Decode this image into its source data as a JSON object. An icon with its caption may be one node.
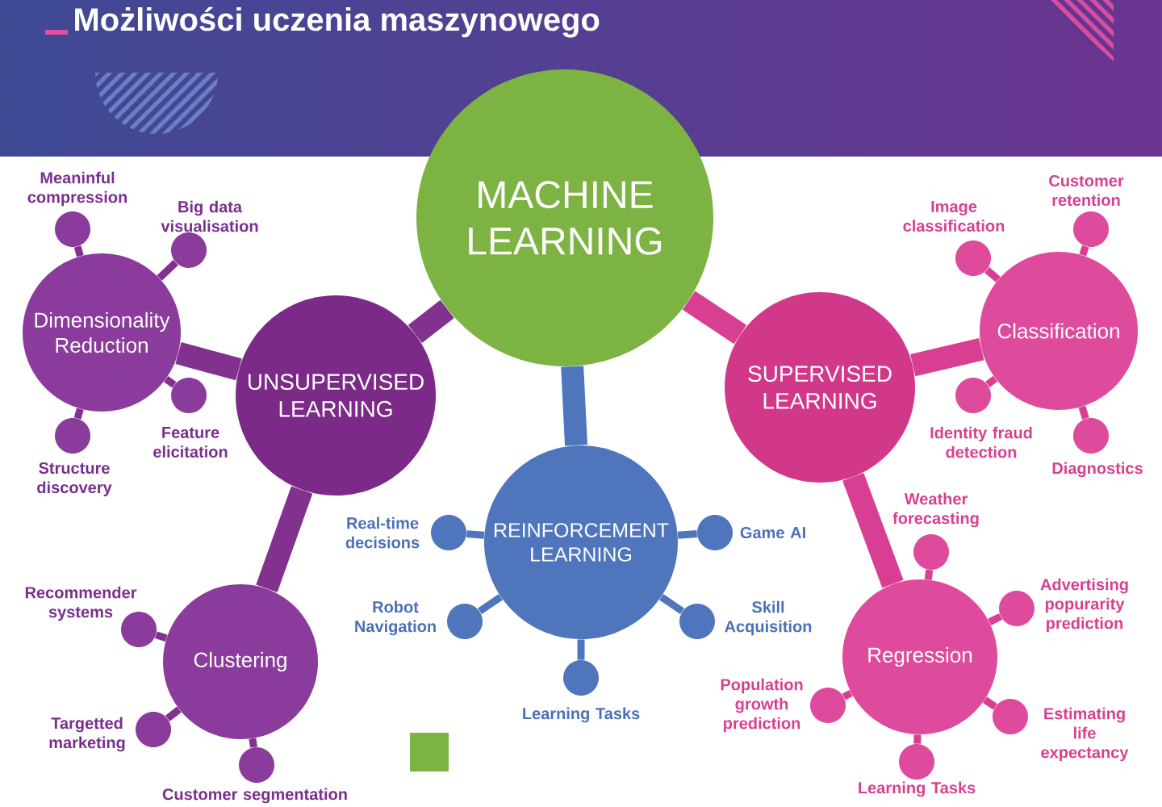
{
  "diagram": {
    "title": "Możliwości uczenia maszynowego",
    "nodes": [
      {
        "text": [
          "MACHINE LEARNING"
        ]
      },
      {
        "text": [
          "UNSUPERVISED LEARNING"
        ]
      },
      {
        "text": [
          "Dimensionality Reduction"
        ]
      },
      {
        "text": [],
        "shape": "circle",
        "beside": [
          "Meaninful compression"
        ]
      },
      {
        "text": [],
        "shape": "circle",
        "beside": [
          "Big data visualisation"
        ]
      },
      {
        "text": [],
        "shape": "circle",
        "beside": [
          "Feature elicitation"
        ]
      },
      {
        "text": [],
        "shape": "circle",
        "beside": [
          "Structure discovery"
        ]
      },
      {
        "text": [
          "Clustering"
        ]
      },
      {
        "text": [],
        "shape": "circle",
        "beside": [
          "Recommender systems"
        ]
      },
      {
        "text": [],
        "shape": "circle",
        "beside": [
          "Targetted marketing"
        ]
      },
      {
        "text": [],
        "shape": "circle",
        "beside": [
          "Customer segmentation"
        ]
      },
      {
        "text": [
          "REINFORCEMENT LEARNING"
        ]
      },
      {
        "text": [],
        "shape": "circle",
        "beside": [
          "Real-time decisions"
        ]
      },
      {
        "text": [],
        "shape": "circle",
        "beside": [
          "Game AI"
        ]
      },
      {
        "text": [],
        "shape": "circle",
        "beside": [
          "Robot Navigation"
        ]
      },
      {
        "text": [],
        "shape": "circle",
        "beside": [
          "Skill Acquisition"
        ]
      },
      {
        "text": [],
        "shape": "circle",
        "beside": [
          "Learning Tasks"
        ]
      },
      {
        "text": [
          "SUPERVISED LEARNING"
        ]
      },
      {
        "text": [
          "Classification"
        ]
      },
      {
        "text": [],
        "shape": "circle",
        "beside": [
          "Image classification"
        ]
      },
      {
        "text": [],
        "shape": "circle",
        "beside": [
          "Customer retention"
        ]
      },
      {
        "text": [],
        "shape": "circle",
        "beside": [
          "Identity fraud detection"
        ]
      },
      {
        "text": [],
        "shape": "circle",
        "beside": [
          "Diagnostics"
        ]
      },
      {
        "text": [
          "Regression"
        ]
      },
      {
        "text": [],
        "shape": "circle",
        "beside": [
          "Weather forecasting"
        ]
      },
      {
        "text": [],
        "shape": "circle",
        "beside": [
          "Advertising popurarity prediction"
        ]
      },
      {
        "text": [],
        "shape": "circle",
        "beside": [
          "Population growth prediction"
        ]
      },
      {
        "text": [],
        "shape": "circle",
        "beside": [
          "Estimating life expectancy"
        ]
      },
      {
        "text": [],
        "shape": "circle",
        "beside": [
          "Learning Tasks"
        ]
      }
    ],
    "edges": [
      {
        "from": 0,
        "to": 1,
        "arrow": "none",
        "style": "thick",
        "color": "#82318f"
      },
      {
        "from": 0,
        "to": 17,
        "arrow": "none",
        "style": "thick"
      },
      {
        "from": 0,
        "to": 11,
        "arrow": "none",
        "style": "thick",
        "color": "#4f76bd"
      },
      {
        "from": 1,
        "to": 2,
        "arrow": "none",
        "style": "thick",
        "color": "#82318f"
      },
      {
        "from": 1,
        "to": 7,
        "arrow": "none",
        "style": "thick",
        "color": "#82318f"
      },
      {
        "from": 2,
        "to": 3,
        "arrow": "none",
        "color": "#82318f"
      },
      {
        "from": 2,
        "to": 4,
        "arrow": "none",
        "color": "#82318f"
      },
      {
        "from": 2,
        "to": 5,
        "arrow": "none",
        "color": "#82318f"
      },
      {
        "from": 2,
        "to": 6,
        "arrow": "none",
        "color": "#82318f"
      },
      {
        "from": 7,
        "to": 8,
        "arrow": "none",
        "color": "#82318f"
      },
      {
        "from": 7,
        "to": 9,
        "arrow": "none",
        "color": "#82318f"
      },
      {
        "from": 7,
        "to": 10,
        "arrow": "none",
        "color": "#82318f"
      },
      {
        "from": 11,
        "to": 12,
        "arrow": "none",
        "color": "#4f76bd"
      },
      {
        "from": 11,
        "to": 13,
        "arrow": "none",
        "color": "#4f76bd"
      },
      {
        "from": 11,
        "to": 14,
        "arrow": "none",
        "color": "#4f76bd"
      },
      {
        "from": 11,
        "to": 15,
        "arrow": "none",
        "color": "#4f76bd"
      },
      {
        "from": 11,
        "to": 16,
        "arrow": "none",
        "color": "#4f76bd"
      },
      {
        "from": 17,
        "to": 18,
        "arrow": "none",
        "style": "thick"
      },
      {
        "from": 17,
        "to": 23,
        "arrow": "none",
        "style": "thick"
      },
      {
        "from": 18,
        "to": 19,
        "arrow": "none"
      },
      {
        "from": 18,
        "to": 20,
        "arrow": "none"
      },
      {
        "from": 18,
        "to": 21,
        "arrow": "none"
      },
      {
        "from": 18,
        "to": 22,
        "arrow": "none"
      },
      {
        "from": 23,
        "to": 24,
        "arrow": "none"
      },
      {
        "from": 23,
        "to": 25,
        "arrow": "none"
      },
      {
        "from": 23,
        "to": 26,
        "arrow": "none"
      },
      {
        "from": 23,
        "to": 27,
        "arrow": "none"
      },
      {
        "from": 23,
        "to": 28,
        "arrow": "none"
      }
    ]
  }
}
